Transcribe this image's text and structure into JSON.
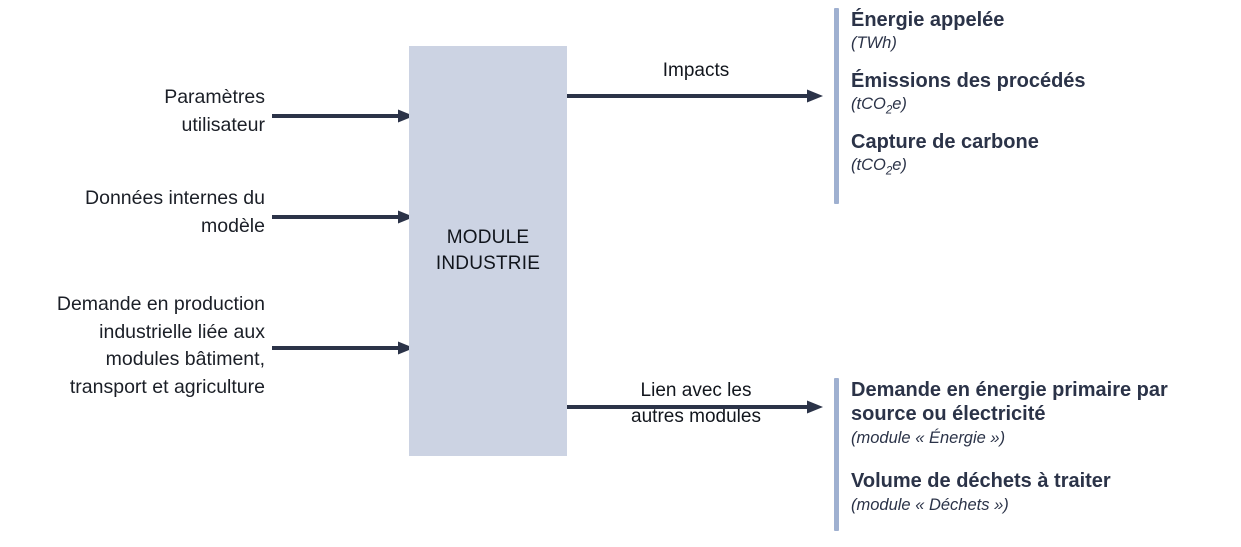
{
  "diagram": {
    "module": {
      "label": "MODULE\nINDUSTRIE"
    },
    "inputs": [
      {
        "label": "Paramètres\nutilisateur"
      },
      {
        "label": "Données internes du\nmodèle"
      },
      {
        "label": "Demande en production\nindustrielle liée aux\nmodules bâtiment,\ntransport et agriculture"
      }
    ],
    "flow_labels": {
      "impacts": "Impacts",
      "links": "Lien avec les\nautres modules"
    },
    "outputs": {
      "impacts_group": [
        {
          "title": "Énergie appelée",
          "unit_prefix": "(TWh)",
          "unit_sub": "",
          "unit_suffix": ""
        },
        {
          "title": "Émissions des procédés",
          "unit_prefix": "(tCO",
          "unit_sub": "2",
          "unit_suffix": "e)"
        },
        {
          "title": "Capture de carbone",
          "unit_prefix": "(tCO",
          "unit_sub": "2",
          "unit_suffix": "e)"
        }
      ],
      "links_group": [
        {
          "title": "Demande en énergie primaire par\nsource ou électricité",
          "unit_prefix": "(module «  Énergie »)",
          "unit_sub": "",
          "unit_suffix": ""
        },
        {
          "title": "Volume de déchets à traiter",
          "unit_prefix": "(module « Déchets »)",
          "unit_sub": "",
          "unit_suffix": ""
        }
      ]
    },
    "colors": {
      "module_fill": "#ccd3e3",
      "accent_bar": "#9fb0d0",
      "arrow": "#2b3348",
      "text_dark": "#1b1f27",
      "text_output": "#2b3348",
      "background": "#ffffff"
    }
  }
}
